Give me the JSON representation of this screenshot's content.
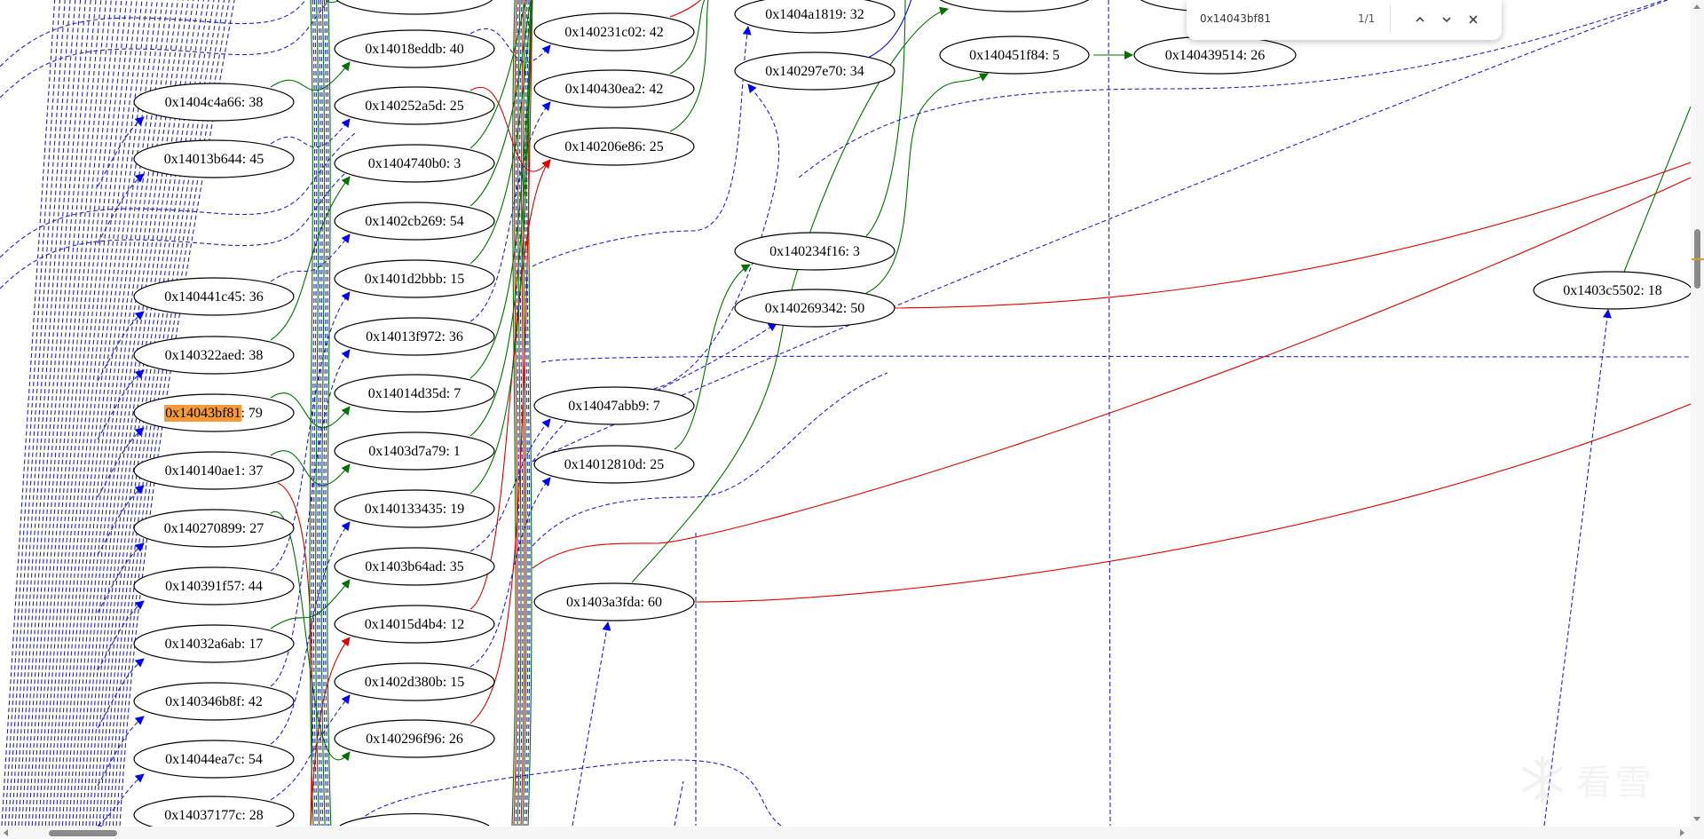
{
  "graph": {
    "col1": [
      "0x1404c4a66: 38",
      "0x14013b644: 45",
      "0x140441c45: 36",
      "0x140322aed: 38",
      "0x14043bf81: 79",
      "0x140140ae1: 37",
      "0x140270899: 27",
      "0x140391f57: 44",
      "0x14032a6ab: 17",
      "0x140346b8f: 42",
      "0x14044ea7c: 54",
      "0x14037177c: 28"
    ],
    "col2": [
      "0x14018eddb: 40",
      "0x140252a5d: 25",
      "0x1404740b0: 3",
      "0x1402cb269: 54",
      "0x1401d2bbb: 15",
      "0x14013f972: 36",
      "0x14014d35d: 7",
      "0x1403d7a79: 1",
      "0x140133435: 19",
      "0x1403b64ad: 35",
      "0x14015d4b4: 12",
      "0x1402d380b: 15",
      "0x140296f96: 26"
    ],
    "col3": [
      "0x140231c02: 42",
      "0x140430ea2: 42",
      "0x140206e86: 25",
      "0x14047abb9: 7",
      "0x14012810d: 25",
      "0x1403a3fda: 60"
    ],
    "col4": [
      "0x1404a1819: 32",
      "0x140297e70: 34",
      "0x140234f16: 3",
      "0x140269342: 50"
    ],
    "col5": [
      "0x140451f84: 5",
      "0x140439514: 26"
    ],
    "right": [
      "0x1403c5502: 18"
    ]
  },
  "highlight": {
    "match": "0x14043bf81",
    "color": "#f59a3a"
  },
  "find_bar": {
    "query": "0x14043bf81",
    "count": "1/1"
  },
  "watermark": {
    "text": "看雪"
  },
  "colors": {
    "blue": "#0000ff",
    "dash_blue": "#2222bb",
    "green": "#007000",
    "red": "#dd0000"
  }
}
